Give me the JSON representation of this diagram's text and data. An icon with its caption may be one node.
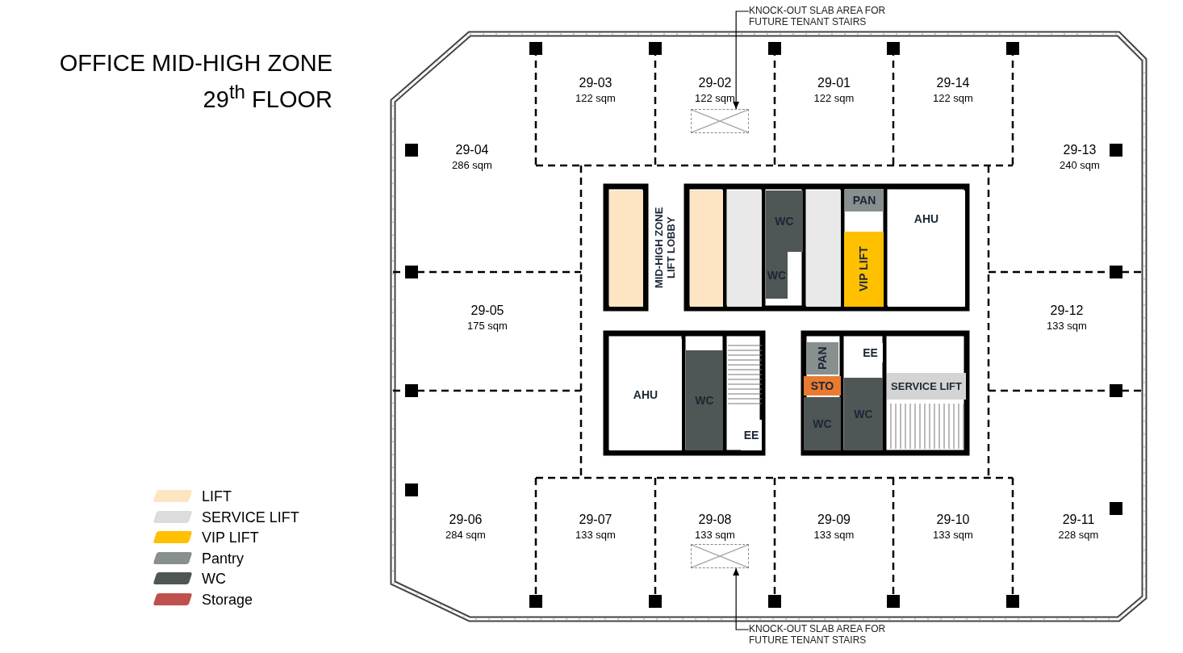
{
  "diagram": {
    "title": "OFFICE MID-HIGH ZONE 29$^{th}$ FLOOR",
    "nodes": [
      {
        "text": [
          "KNOCK-OUT SLAB AREA FOR FUTURE TENANT STAIRS"
        ]
      },
      {
        "text": [
          "29-03",
          "122 sqm"
        ]
      },
      {
        "text": [
          "29-02",
          "122 sqm"
        ]
      },
      {
        "text": [],
        "shape": "box",
        "in": 2
      },
      {
        "text": [
          "29-01",
          "122 sqm"
        ]
      },
      {
        "text": [
          "29-14",
          "122 sqm"
        ]
      },
      {
        "text": [
          "29-04",
          "286 sqm"
        ]
      },
      {
        "text": [
          "29-13",
          "240 sqm"
        ]
      },
      {
        "text": [
          "MID-HIGH ZONE LIFT LOBBY"
        ]
      },
      {
        "text": [],
        "shape": "box"
      },
      {
        "text": [],
        "shape": "box"
      },
      {
        "text": [],
        "shape": "box"
      },
      {
        "text": [
          "WC"
        ]
      },
      {
        "text": [
          "WC"
        ]
      },
      {
        "text": [],
        "shape": "box"
      },
      {
        "text": [
          "PAN"
        ]
      },
      {
        "text": [
          "VIP LIFT"
        ]
      },
      {
        "text": [
          "AHU"
        ]
      },
      {
        "text": [
          "29-05",
          "175 sqm"
        ]
      },
      {
        "text": [
          "29-12",
          "133 sqm"
        ]
      },
      {
        "text": [
          "AHU"
        ]
      },
      {
        "text": [
          "WC"
        ]
      },
      {
        "text": [
          "EE"
        ]
      },
      {
        "text": [
          "PAN"
        ]
      },
      {
        "text": [
          "STO"
        ]
      },
      {
        "text": [
          "EE"
        ]
      },
      {
        "text": [
          "WC"
        ]
      },
      {
        "text": [
          "WC"
        ]
      },
      {
        "text": [
          "SERVICE LIFT"
        ]
      },
      {
        "text": [
          "29-06",
          "284 sqm"
        ]
      },
      {
        "text": [
          "29-07",
          "133 sqm"
        ]
      },
      {
        "text": [
          "29-08",
          "133 sqm"
        ]
      },
      {
        "text": [],
        "shape": "box",
        "in": 31
      },
      {
        "text": [
          "29-09",
          "133 sqm"
        ]
      },
      {
        "text": [
          "29-10",
          "133 sqm"
        ]
      },
      {
        "text": [
          "29-11",
          "228 sqm"
        ]
      },
      {
        "text": [
          "KNOCK-OUT SLAB AREA FOR FUTURE TENANT STAIRS"
        ]
      }
    ],
    "edges": [
      {
        "from": 0,
        "to": 3,
        "arrow": "to"
      },
      {
        "from": 36,
        "to": 32,
        "arrow": "to"
      }
    ],
    "legend": [
      {
        "text": "LIFT",
        "color": "#fde4c2"
      },
      {
        "text": "SERVICE LIFT",
        "color": "#dcdcdc"
      },
      {
        "text": "VIP LIFT",
        "color": "#ffc000"
      },
      {
        "text": "Pantry",
        "color": "#878f8f"
      },
      {
        "text": "WC",
        "color": "#4f5656"
      },
      {
        "text": "Storage",
        "color": "#c0504d"
      }
    ]
  }
}
